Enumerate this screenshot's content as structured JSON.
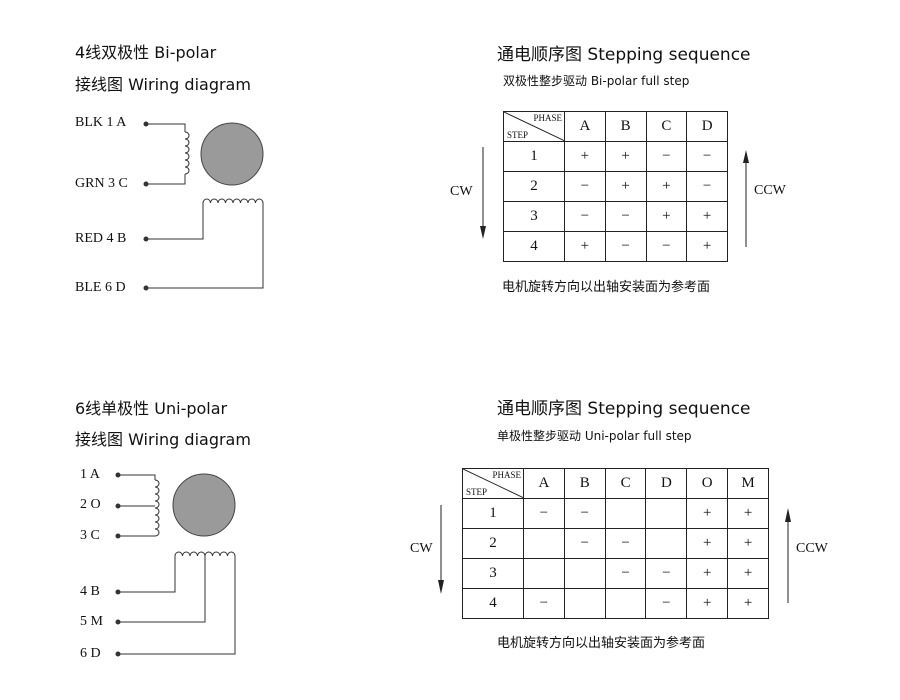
{
  "bipolar": {
    "title": "4线双极性 Bi-polar",
    "wiring_title": "接线图 Wiring diagram",
    "pins": [
      "BLK 1  A",
      "GRN 3  C",
      "RED 4  B",
      "BLE 6  D"
    ],
    "seq_title": "通电顺序图  Stepping sequence",
    "seq_subtitle": "双极性整步驱动  Bi-polar full step",
    "table": {
      "phase_label": "PHASE",
      "step_label": "STEP",
      "columns": [
        "A",
        "B",
        "C",
        "D"
      ],
      "rows": [
        {
          "step": "1",
          "cells": [
            "+",
            "+",
            "−",
            "−"
          ]
        },
        {
          "step": "2",
          "cells": [
            "−",
            "+",
            "+",
            "−"
          ]
        },
        {
          "step": "3",
          "cells": [
            "−",
            "−",
            "+",
            "+"
          ]
        },
        {
          "step": "4",
          "cells": [
            "+",
            "−",
            "−",
            "+"
          ]
        }
      ]
    },
    "cw_label": "CW",
    "ccw_label": "CCW",
    "note": "电机旋转方向以出轴安装面为参考面"
  },
  "unipolar": {
    "title": "6线单极性 Uni-polar",
    "wiring_title": "接线图 Wiring diagram",
    "pins": [
      "1  A",
      "2  O",
      "3  C",
      "4  B",
      "5  M",
      "6  D"
    ],
    "seq_title": "通电顺序图  Stepping sequence",
    "seq_subtitle": "单极性整步驱动  Uni-polar full step",
    "table": {
      "phase_label": "PHASE",
      "step_label": "STEP",
      "columns": [
        "A",
        "B",
        "C",
        "D",
        "O",
        "M"
      ],
      "rows": [
        {
          "step": "1",
          "cells": [
            "−",
            "−",
            "",
            "",
            "+",
            "+"
          ]
        },
        {
          "step": "2",
          "cells": [
            "",
            "−",
            "−",
            "",
            "+",
            "+"
          ]
        },
        {
          "step": "3",
          "cells": [
            "",
            "",
            "−",
            "−",
            "+",
            "+"
          ]
        },
        {
          "step": "4",
          "cells": [
            "−",
            "",
            "",
            "−",
            "+",
            "+"
          ]
        }
      ]
    },
    "cw_label": "CW",
    "ccw_label": "CCW",
    "note": "电机旋转方向以出轴安装面为参考面"
  }
}
